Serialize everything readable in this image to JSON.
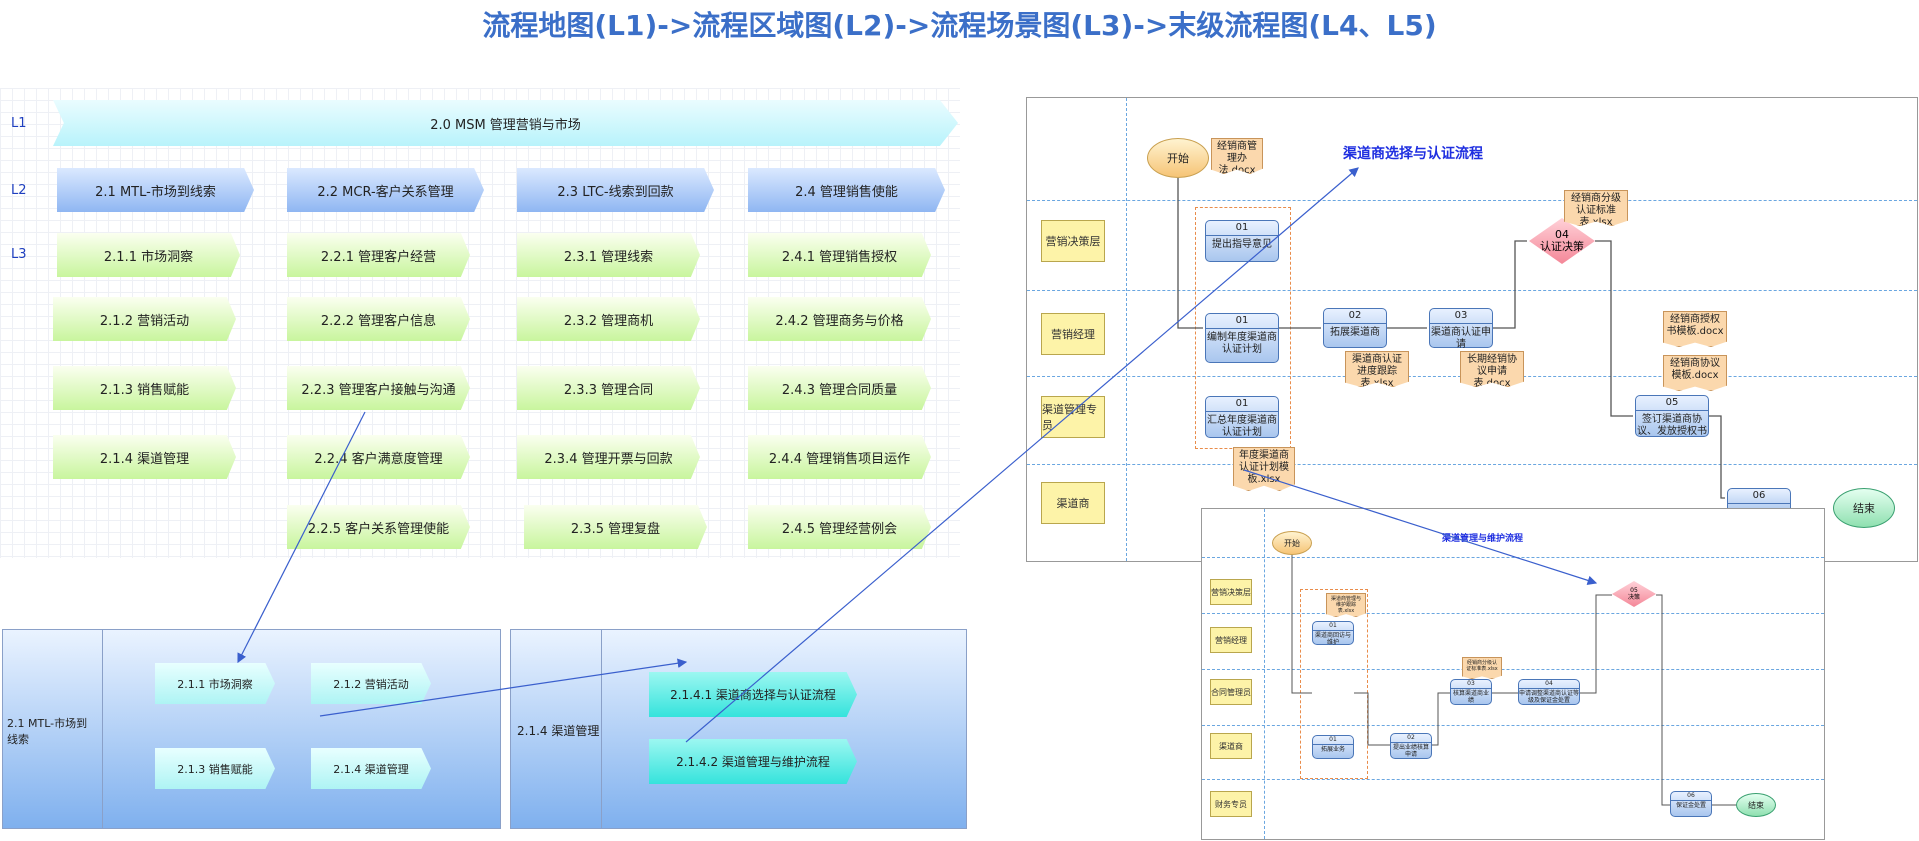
{
  "title": "流程地图(L1)->流程区域图(L2)->流程场景图(L3)->末级流程图(L4、L5)",
  "levels": {
    "l1": "L1",
    "l2": "L2",
    "l3": "L3"
  },
  "l1_bar": "2.0 MSM 管理营销与市场",
  "l2_items": [
    "2.1 MTL-市场到线索",
    "2.2 MCR-客户关系管理",
    "2.3 LTC-线索到回款",
    "2.4 管理销售使能"
  ],
  "l3_cols": [
    [
      "2.1.1 市场洞察",
      "2.1.2 营销活动",
      "2.1.3 销售赋能",
      "2.1.4 渠道管理"
    ],
    [
      "2.2.1 管理客户经营",
      "2.2.2 管理客户信息",
      "2.2.3 管理客户接触与沟通",
      "2.2.4 客户满意度管理",
      "2.2.5 客户关系管理使能"
    ],
    [
      "2.3.1 管理线索",
      "2.3.2 管理商机",
      "2.3.3 管理合同",
      "2.3.4 管理开票与回款",
      "2.3.5 管理复盘"
    ],
    [
      "2.4.1 管理销售授权",
      "2.4.2 管理商务与价格",
      "2.4.3 管理合同质量",
      "2.4.4 管理销售项目运作",
      "2.4.5 管理经营例会"
    ]
  ],
  "panel_mtl": {
    "label": "2.1 MTL-市场到线索",
    "items": [
      "2.1.1 市场洞察",
      "2.1.2 营销活动",
      "2.1.3 销售赋能",
      "2.1.4 渠道管理"
    ]
  },
  "panel_channel": {
    "label": "2.1.4 渠道管理",
    "items": [
      "2.1.4.1 渠道商选择与认证流程",
      "2.1.4.2 渠道管理与维护流程"
    ]
  },
  "flow1": {
    "title": "渠道商选择与认证流程",
    "lanes": [
      "营销决策层",
      "营销经理",
      "渠道管理专员",
      "渠道商"
    ],
    "start": "开始",
    "end": "结束",
    "nodes": [
      {
        "num": "01",
        "text": "提出指导意见"
      },
      {
        "num": "01",
        "text": "编制年度渠道商认证计划"
      },
      {
        "num": "01",
        "text": "汇总年度渠道商认证计划"
      },
      {
        "num": "02",
        "text": "拓展渠道商"
      },
      {
        "num": "03",
        "text": "渠道商认证申请"
      },
      {
        "num": "05",
        "text": "签订渠道商协议、发放授权书"
      },
      {
        "num": "06",
        "text": ""
      }
    ],
    "decision": {
      "num": "04",
      "text": "认证决策"
    },
    "docs": [
      "经销商管理办法.docx",
      "经销商分级认证标准表.xlsx",
      "渠道商认证进度跟踪表.xlsx",
      "长期经销协议申请表.docx",
      "经销商授权书模板.docx",
      "经销商协议模板.docx",
      "年度渠道商认证计划模板.xlsx"
    ]
  },
  "flow2": {
    "title": "渠道管理与维护流程",
    "lanes": [
      "营销决策层",
      "营销经理",
      "合同管理员",
      "渠道商",
      "财务专员"
    ],
    "start": "开始",
    "end": "结束",
    "nodes": [
      {
        "num": "01",
        "text": "渠道商回访与维护"
      },
      {
        "num": "01",
        "text": "拓展业务"
      },
      {
        "num": "02",
        "text": "提出业绩核算申请"
      },
      {
        "num": "03",
        "text": "核算渠道商业绩"
      },
      {
        "num": "04",
        "text": "申请调整渠道商认证等级及保证金处置"
      },
      {
        "num": "06",
        "text": "保证金处置"
      }
    ],
    "decision": {
      "num": "05",
      "text": "决策"
    },
    "docs": [
      "渠道商管理与维护跟踪表.xlsx",
      "经销商分级认证标准表.xlsx"
    ]
  },
  "colors": {
    "title": "#3b6fc8",
    "l2": "#8fb6f2",
    "l3": "#c8f59d",
    "doc": "#fbd8ad",
    "lane": "#fdf3a8",
    "connector": "#3a5fcd"
  },
  "icons": [
    "link-icon",
    "document-icon"
  ]
}
